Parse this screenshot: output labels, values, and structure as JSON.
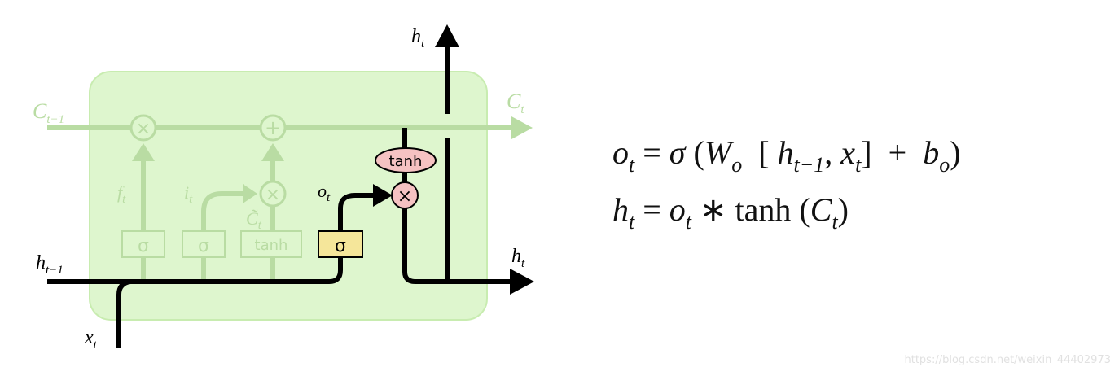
{
  "diagram": {
    "labels": {
      "c_prev": "C",
      "c_prev_sub": "t−1",
      "c_next": "C",
      "c_next_sub": "t",
      "h_top": "h",
      "h_top_sub": "t",
      "h_right": "h",
      "h_right_sub": "t",
      "h_prev": "h",
      "h_prev_sub": "t−1",
      "x_in": "x",
      "x_in_sub": "t",
      "f": "f",
      "f_sub": "t",
      "i": "i",
      "i_sub": "t",
      "c_tilde": "C̃",
      "c_tilde_sub": "t",
      "o": "o",
      "o_sub": "t"
    },
    "gates": {
      "forget": "σ",
      "input": "σ",
      "candidate": "tanh",
      "output": "σ",
      "output_tanh": "tanh",
      "mul_symbol": "×",
      "add_symbol": "+"
    },
    "colors": {
      "cell_bg": "#def6ce",
      "cell_border": "#c8ecb0",
      "faded": "#b9dca3",
      "active": "#000000",
      "sigma_fill": "#f5e69a",
      "sigma_stroke": "#6b5a10",
      "tanh_fill": "#f5c2c2",
      "tanh_stroke": "#5a2020"
    }
  },
  "equations": {
    "eq1": {
      "o": "o",
      "o_sub": "t",
      "eq": "=",
      "sigma": "σ",
      "lparen": "(",
      "W": "W",
      "W_sub": "o",
      "lbrack": "[",
      "h": "h",
      "h_sub": "t−1",
      "comma": ",",
      "x": "x",
      "x_sub": "t",
      "rbrack": "]",
      "plus": "+",
      "b": "b",
      "b_sub": "o",
      "rparen": ")"
    },
    "eq2": {
      "h": "h",
      "h_sub": "t",
      "eq": "=",
      "o": "o",
      "o_sub": "t",
      "star": "∗",
      "tanh": "tanh",
      "lparen": "(",
      "C": "C",
      "C_sub": "t",
      "rparen": ")"
    }
  },
  "watermark": "https://blog.csdn.net/weixin_44402973"
}
